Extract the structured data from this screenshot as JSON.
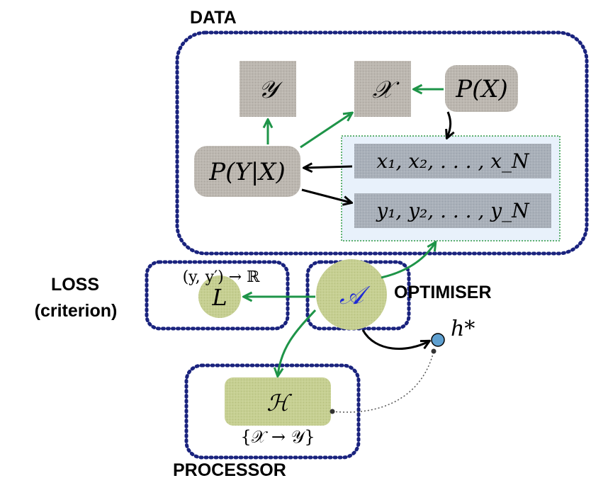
{
  "sections": {
    "data": "DATA",
    "loss_line1": "LOSS",
    "loss_line2": "(criterion)",
    "optimiser": "OPTIMISER",
    "processor": "PROCESSOR"
  },
  "nodes": {
    "Y": "𝒴",
    "X": "𝒳",
    "PX": "P(X)",
    "PYX": "P(Y|X)",
    "xs": "x₁, x₂, . . . , x_N",
    "ys": "y₁, y₂, . . . , y_N",
    "L": "L",
    "L_sig": "(y, y′) → ℝ",
    "A": "𝒜",
    "H": "ℋ",
    "H_sig": "{𝒳 → 𝒴}",
    "h_star": "h*"
  },
  "colors": {
    "frame": "#1a237e",
    "green_arrow": "#1e9448",
    "grey_box": "#bcb7b0",
    "blue_box": "#a9b0b9",
    "green_node": "#c6cf92",
    "sample_panel": "#e8f1fb",
    "sample_panel_border": "#2e9a44",
    "h_star_dot": "#5fa0d0",
    "A_glyph": "#1f2bd6"
  }
}
